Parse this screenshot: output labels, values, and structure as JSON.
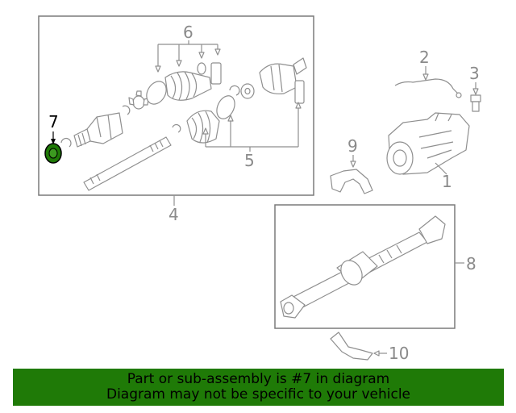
{
  "diagram": {
    "labels": {
      "l1": "1",
      "l2": "2",
      "l3": "3",
      "l4": "4",
      "l5": "5",
      "l6": "6",
      "l7": "7",
      "l8": "8",
      "l9": "9",
      "l10": "10"
    },
    "highlight_part": "7",
    "colors": {
      "line": "#8f8f8f",
      "highlight": "#1f7a07",
      "banner": "#1f7a07"
    }
  },
  "banner": {
    "line1": "Part or sub-assembly is #7 in diagram",
    "line2": "Diagram may not be specific to your vehicle"
  }
}
